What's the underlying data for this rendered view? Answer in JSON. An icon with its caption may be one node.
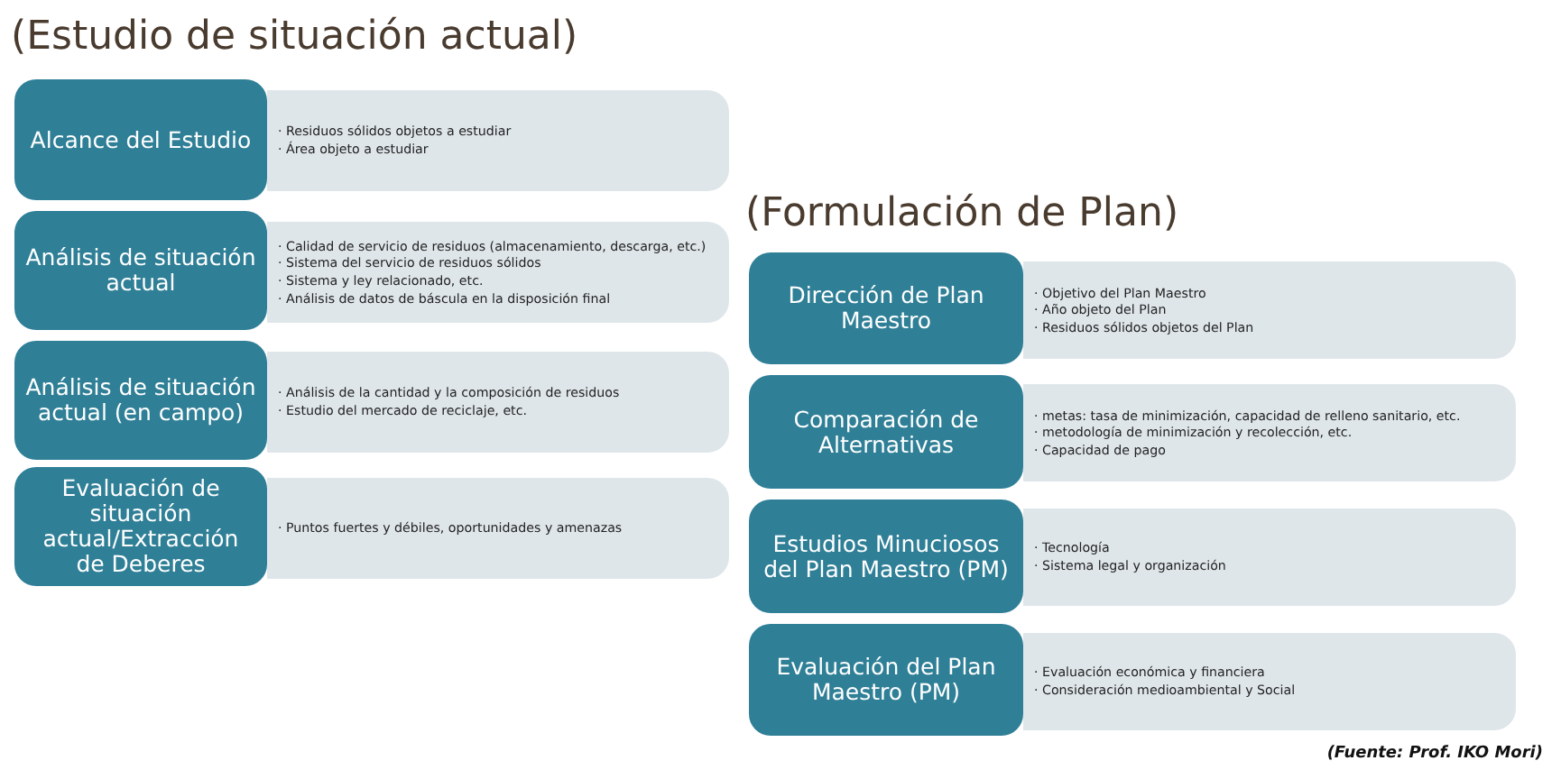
{
  "diagram": {
    "nodes": [
      {
        "text": [
          "Alcance del Estudio"
        ]
      },
      {
        "text": [
          "· Residuos sólidos objetos a estudiar",
          "· Área objeto a estudiar"
        ]
      },
      {
        "text": [
          "Análisis de situación actual"
        ]
      },
      {
        "text": [
          "· Calidad de servicio de residuos (almacenamiento, descarga, etc.)",
          "· Sistema del servicio de residuos sólidos",
          "· Sistema y ley relacionado, etc.",
          "· Análisis de datos de báscula en la disposición final"
        ]
      },
      {
        "text": [
          "Análisis de situación actual (en campo)"
        ]
      },
      {
        "text": [
          "· Análisis de la cantidad y la composición de residuos",
          "· Estudio del mercado de reciclaje, etc."
        ]
      },
      {
        "text": [
          "Evaluación de situación actual/Extracción de Deberes"
        ]
      },
      {
        "text": [
          "· Puntos fuertes y débiles, oportunidades y amenazas"
        ]
      },
      {
        "text": [
          "Dirección de Plan Maestro"
        ]
      },
      {
        "text": [
          "· Objetivo del Plan Maestro",
          "· Año objeto del Plan",
          "· Residuos sólidos objetos del Plan"
        ]
      },
      {
        "text": [
          "Comparación de Alternativas"
        ]
      },
      {
        "text": [
          "· metas: tasa de minimización, capacidad de relleno sanitario, etc.",
          "· metodología de minimización y recolección, etc.",
          "· Capacidad de pago"
        ]
      },
      {
        "text": [
          "Estudios Minuciosos del Plan Maestro (PM)"
        ]
      },
      {
        "text": [
          "· Tecnología",
          "· Sistema legal y organización"
        ]
      },
      {
        "text": [
          "Evaluación del Plan Maestro (PM)"
        ]
      },
      {
        "text": [
          "· Evaluación económica y financiera",
          "· Consideración medioambiental y Social"
        ]
      }
    ],
    "labels": [
      "(Estudio de situación actual)",
      "(Formulación de Plan)",
      "(Fuente: Prof. IKO Mori)"
    ]
  }
}
